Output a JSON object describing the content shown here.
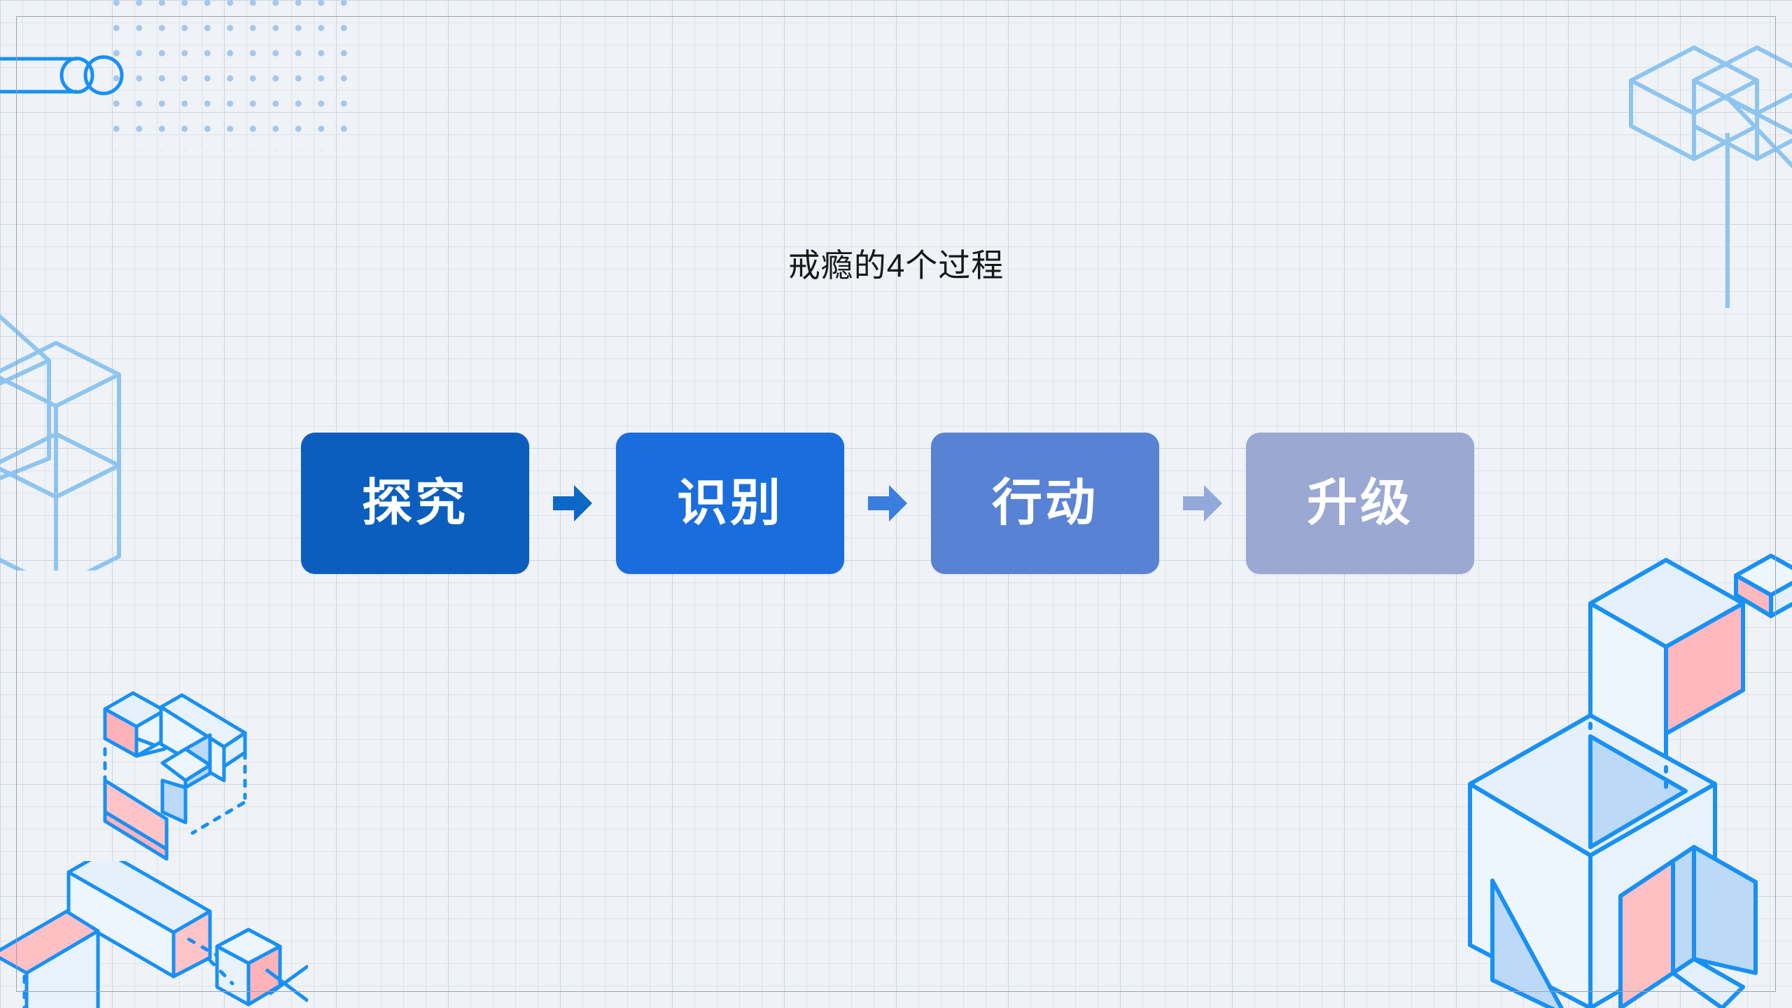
{
  "slide": {
    "title": "戒瘾的4个过程",
    "background_color": "#eff2f6",
    "frame_color": "#9aa3ad"
  },
  "process": {
    "steps": [
      {
        "label": "探究",
        "color": "#0b5ebd",
        "arrow_color": "#0b68c6"
      },
      {
        "label": "识别",
        "color": "#1a6ddd",
        "arrow_color": "#3a7ede"
      },
      {
        "label": "行动",
        "color": "#5882d4",
        "arrow_color": "#94a9db"
      },
      {
        "label": "升级",
        "color": "#9aa8d2",
        "arrow_color": ""
      }
    ],
    "arrow_icon": "arrow-right-icon"
  },
  "decorations": {
    "dot_matrix": "dot-matrix-pattern",
    "top_left_cylinder": "cylinder-shape",
    "left_cubes": "isometric-cube-outline",
    "top_right_cubes": "isometric-cube-outline",
    "bottom_left_stairs": "isometric-stair-shape",
    "bottom_left_beam": "isometric-beam-shape",
    "bottom_right_cubes": "isometric-cube-stack",
    "colors": {
      "outline_light_blue": "#8ec5f0",
      "stroke_blue": "#1890f5",
      "fill_pink": "#ffb3b9",
      "fill_light_blue": "#bcd9f7",
      "fill_pale": "#e4f0fb"
    }
  }
}
